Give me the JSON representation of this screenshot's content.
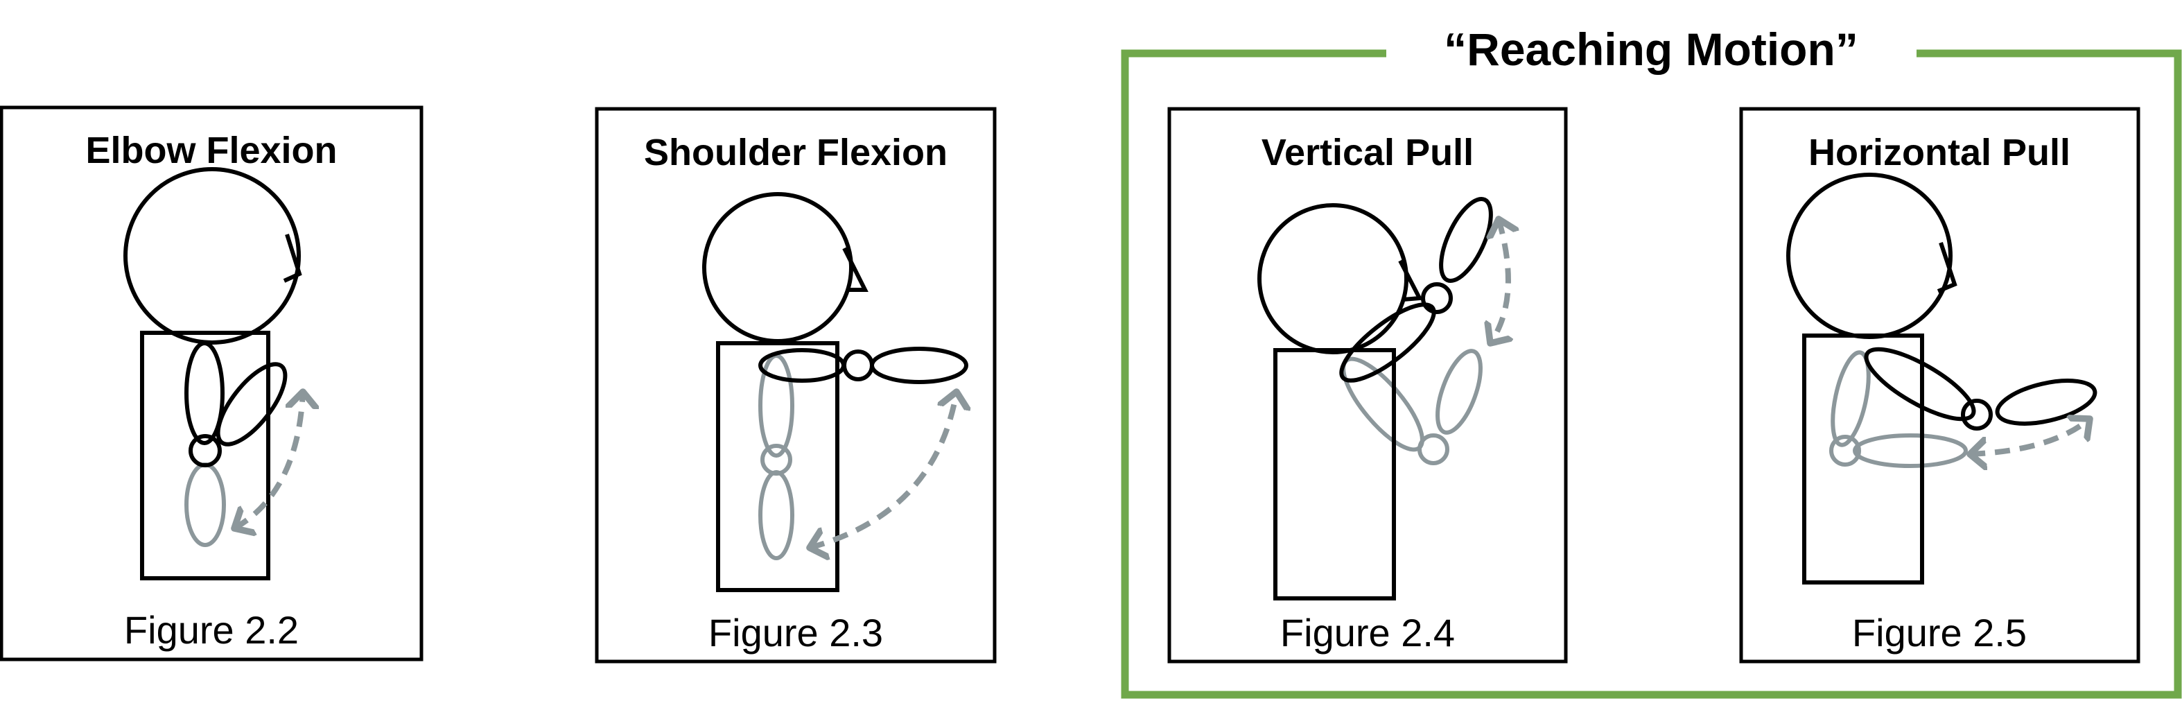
{
  "group": {
    "title": "“Reaching Motion”",
    "border_color": "#70a84b"
  },
  "colors": {
    "ink": "#000000",
    "ghost": "#8c979b"
  },
  "panels": [
    {
      "title": "Elbow Flexion",
      "caption": "Figure 2.2"
    },
    {
      "title": "Shoulder Flexion",
      "caption": "Figure 2.3"
    },
    {
      "title": "Vertical Pull",
      "caption": "Figure 2.4"
    },
    {
      "title": "Horizontal Pull",
      "caption": "Figure 2.5"
    }
  ]
}
